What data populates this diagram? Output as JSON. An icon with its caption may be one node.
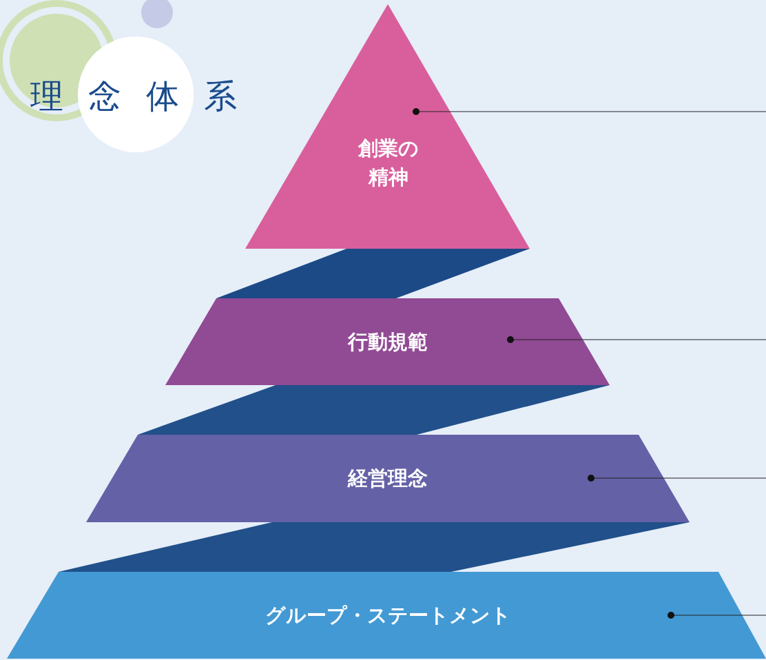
{
  "diagram": {
    "title": "理念体系",
    "nodes": [
      {
        "text": [
          "創業の精神"
        ]
      },
      {
        "text": [
          "行動規範"
        ]
      },
      {
        "text": [
          "経営理念"
        ]
      },
      {
        "text": [
          "グループ・ステートメント"
        ]
      }
    ],
    "edges": [
      {
        "from": 0,
        "to": null,
        "arrow": "other"
      },
      {
        "from": 1,
        "to": null,
        "arrow": "other"
      },
      {
        "from": 2,
        "to": null,
        "arrow": "other"
      },
      {
        "from": 3,
        "to": null,
        "arrow": "other"
      }
    ]
  }
}
